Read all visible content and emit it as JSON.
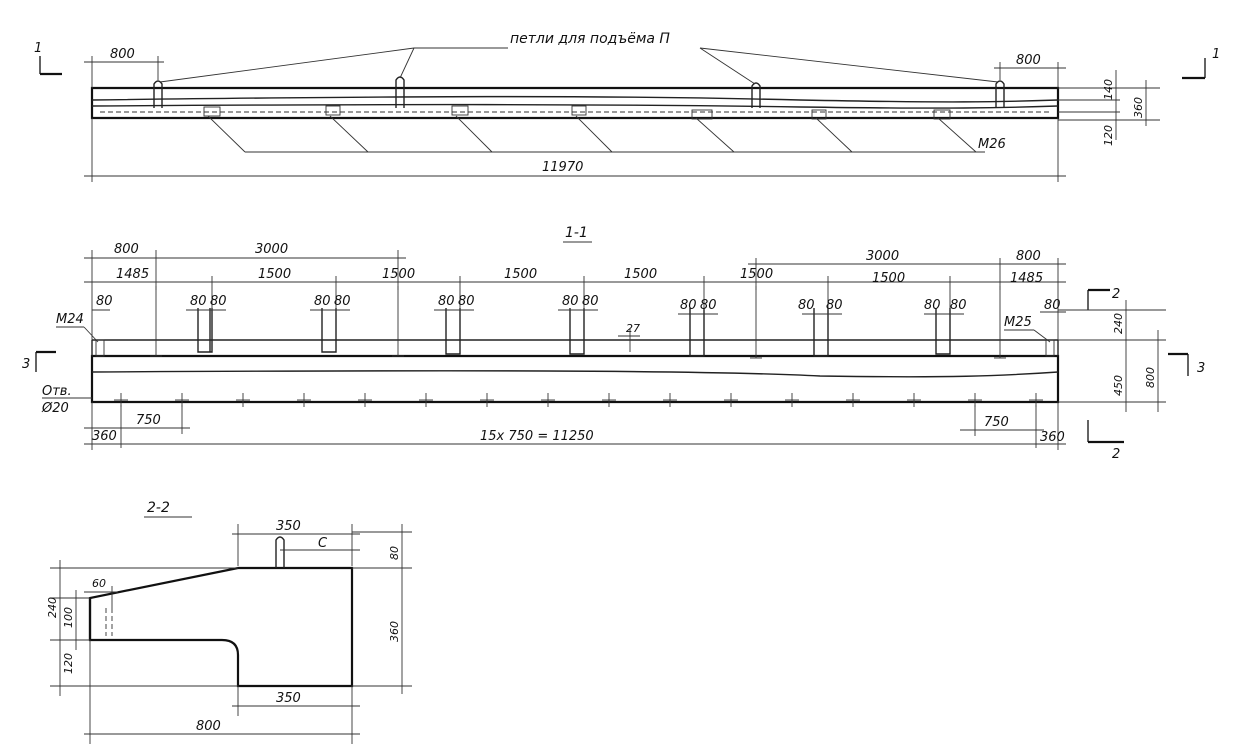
{
  "plan": {
    "callout": "петли для подъёма П",
    "dim_left": "800",
    "dim_right": "800",
    "total_length": "11970",
    "mark": "М26",
    "side_140": "140",
    "side_360": "360",
    "side_120": "120"
  },
  "section_marker_1": "1",
  "elevation": {
    "title": "1-1",
    "top_dims": [
      "800",
      "3000",
      "3000",
      "800"
    ],
    "spacing_dims": [
      "1485",
      "1500",
      "1500",
      "1500",
      "1500",
      "1500",
      "1500",
      "1485"
    ],
    "pair_label": "80",
    "gap_27": "27",
    "mark_left": "М24",
    "mark_right": "М25",
    "hole_label_1": "Отв.",
    "hole_label_2": "Ø20",
    "end_360": "360",
    "pitch_750": "750",
    "hole_series": "15х 750 = 11250",
    "side_240": "240",
    "side_450": "450",
    "side_800": "800",
    "marker_3": "3",
    "marker_2": "2"
  },
  "section_2_2": {
    "title": "2-2",
    "top_350": "350",
    "c_label": "С",
    "h_80": "80",
    "h_360": "360",
    "h_240": "240",
    "h_100": "100",
    "h_120": "120",
    "w_60": "60",
    "bottom_350": "350",
    "bottom_800": "800"
  }
}
